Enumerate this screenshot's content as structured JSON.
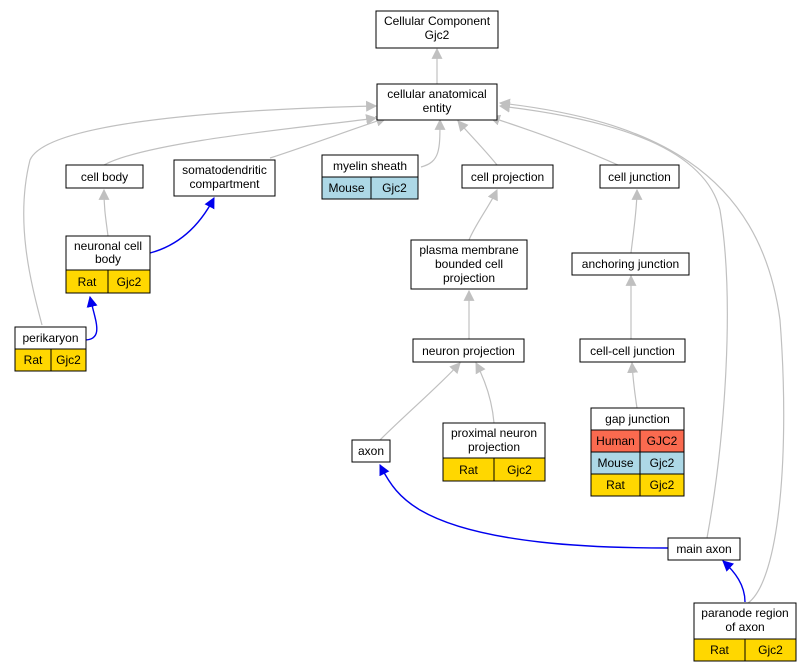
{
  "nodes": {
    "cellular_component": {
      "line1": "Cellular Component",
      "line2": "Gjc2"
    },
    "cellular_anatomical_entity": {
      "line1": "cellular anatomical",
      "line2": "entity"
    },
    "cell_body": {
      "line1": "cell body"
    },
    "somatodendritic_compartment": {
      "line1": "somatodendritic",
      "line2": "compartment"
    },
    "myelin_sheath": {
      "line1": "myelin sheath",
      "annotations": [
        {
          "species": "Mouse",
          "gene": "Gjc2"
        }
      ]
    },
    "cell_projection": {
      "line1": "cell projection"
    },
    "cell_junction": {
      "line1": "cell junction"
    },
    "neuronal_cell_body": {
      "line1": "neuronal cell",
      "line2": "body",
      "annotations": [
        {
          "species": "Rat",
          "gene": "Gjc2"
        }
      ]
    },
    "plasma_membrane_bounded_cell_projection": {
      "line1": "plasma membrane",
      "line2": "bounded cell",
      "line3": "projection"
    },
    "anchoring_junction": {
      "line1": "anchoring junction"
    },
    "perikaryon": {
      "line1": "perikaryon",
      "annotations": [
        {
          "species": "Rat",
          "gene": "Gjc2"
        }
      ]
    },
    "neuron_projection": {
      "line1": "neuron projection"
    },
    "cell_cell_junction": {
      "line1": "cell-cell junction"
    },
    "gap_junction": {
      "line1": "gap junction",
      "annotations": [
        {
          "species": "Human",
          "gene": "GJC2"
        },
        {
          "species": "Mouse",
          "gene": "Gjc2"
        },
        {
          "species": "Rat",
          "gene": "Gjc2"
        }
      ]
    },
    "axon": {
      "line1": "axon"
    },
    "proximal_neuron_projection": {
      "line1": "proximal neuron",
      "line2": "projection",
      "annotations": [
        {
          "species": "Rat",
          "gene": "Gjc2"
        }
      ]
    },
    "main_axon": {
      "line1": "main axon"
    },
    "paranode_region_of_axon": {
      "line1": "paranode region",
      "line2": "of axon",
      "annotations": [
        {
          "species": "Rat",
          "gene": "Gjc2"
        }
      ]
    }
  },
  "colors": {
    "is_a_edge": "#c0c0c0",
    "part_of_edge": "#0000ee",
    "rat": "#ffd700",
    "mouse": "#add8e6",
    "human": "#fa6a4f"
  }
}
